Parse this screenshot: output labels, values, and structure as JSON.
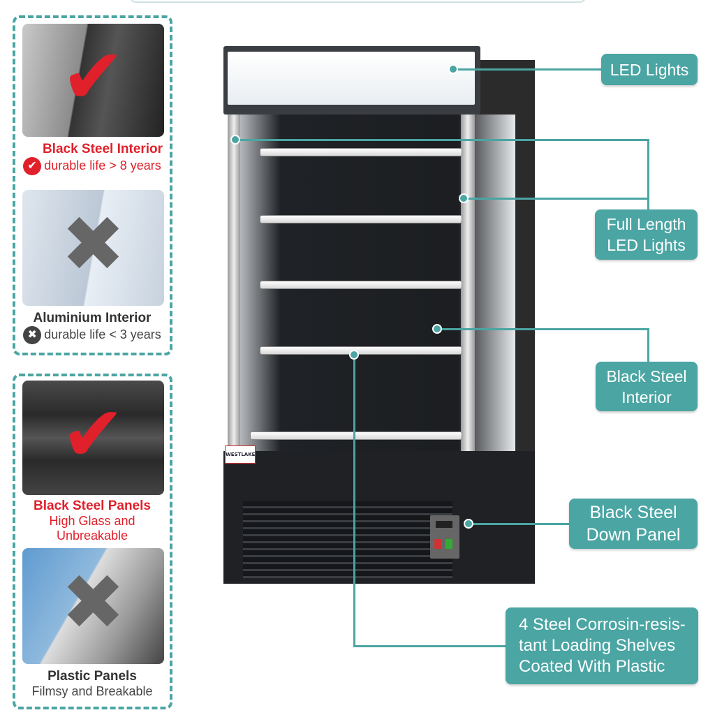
{
  "comparisons": [
    {
      "title": "Black Steel Interior",
      "subtitle": "durable life > 8 years",
      "verdict": "good",
      "mark_icon": "check-icon"
    },
    {
      "title": "Aluminium Interior",
      "subtitle": "durable life < 3 years",
      "verdict": "bad",
      "mark_icon": "x-icon"
    },
    {
      "title": "Black Steel Panels",
      "subtitle": "High Glass and Unbreakable",
      "verdict": "good",
      "mark_icon": "check-icon"
    },
    {
      "title": "Plastic Panels",
      "subtitle": "Filmsy and Breakable",
      "verdict": "bad",
      "mark_icon": "x-icon"
    }
  ],
  "callouts": {
    "led_lights": "LED Lights",
    "full_length_1": "Full Length",
    "full_length_2": "LED Lights",
    "interior_1": "Black Steel",
    "interior_2": "Interior",
    "down_panel_1": "Black Steel",
    "down_panel_2": "Down Panel",
    "shelves_1": "4 Steel Corrosin-resis-",
    "shelves_2": "tant Loading Shelves",
    "shelves_3": "Coated With Plastic"
  },
  "product": {
    "brand": "WESTLAKE"
  },
  "colors": {
    "accent": "#4aa5a3",
    "good": "#e0202a",
    "bad": "#555555"
  }
}
